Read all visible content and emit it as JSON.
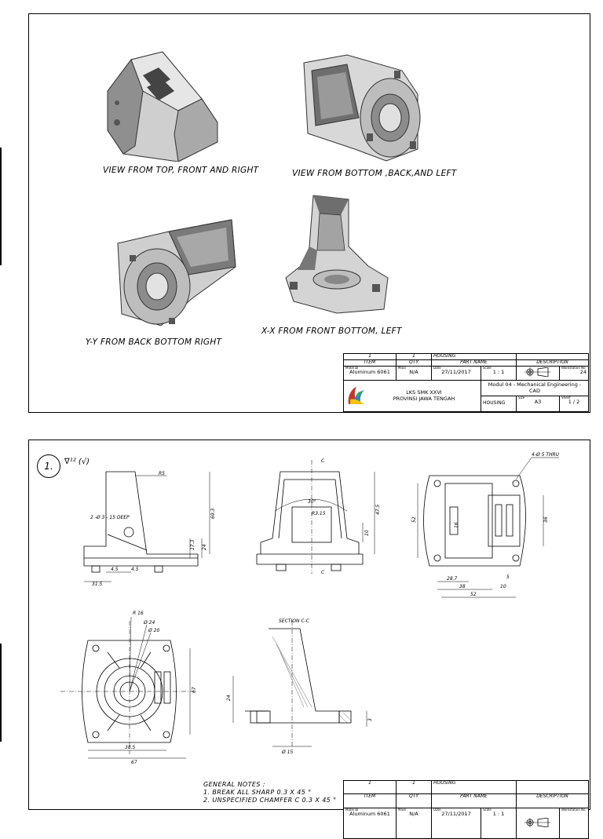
{
  "sheet1": {
    "captions": {
      "view1": "VIEW FROM TOP, FRONT AND RIGHT",
      "view2": "VIEW FROM BOTTOM ,BACK,AND LEFT",
      "view3": "Y-Y FROM BACK BOTTOM RIGHT",
      "view4": "X-X FROM FRONT BOTTOM, LEFT"
    }
  },
  "title_block": {
    "item": "1",
    "qty": "1",
    "part_name": "HOUSING",
    "h_item": "ITEM",
    "h_qty": "QTY",
    "h_part_name": "PART NAME",
    "h_description": "DESCRIPTION",
    "lbl_material": "Material",
    "material": "Aluminum 6061",
    "lbl_mass": "Mass",
    "mass": "N/A",
    "lbl_date": "Date",
    "date": "27/11/2017",
    "lbl_scale": "Scale",
    "scale": "1 : 1",
    "lbl_workstation": "Workstation No",
    "workstation": "24",
    "school_line1": "LKS SMK XXVI",
    "school_line2": "PROVINSI JAWA TENGAH",
    "module": "Modul 04 - Mechanical Engineering - CAD",
    "drawing_name": "HOUSING",
    "lbl_size": "Size",
    "size": "A3",
    "lbl_sheet": "Sheet",
    "sheet": "1 / 2"
  },
  "sheet2": {
    "badge": "1.",
    "roughness": "∇¹² (√)",
    "dims": {
      "r5": "R5",
      "hole_note": "2 -Ø 3 - 15 DEEP",
      "h693": "69.3",
      "d315": "31.5",
      "d45a": "4.5",
      "d45b": "4.5",
      "d173": "17.3",
      "d24": "24",
      "a30": "30°",
      "c_top": "C",
      "c_bot": "C",
      "h475": "47.5",
      "r15": "R3.15",
      "d1": "10",
      "thru": "4-Ø 5 THRU",
      "d52": "52",
      "d36": "36",
      "d287": "28.7",
      "d38": "38",
      "d52b": "52",
      "d16": "16",
      "d5": "5",
      "d10": "10",
      "r16": "R 16",
      "o24": "Ø 24",
      "o20": "Ø 20",
      "d385": "38.5",
      "d67": "67",
      "d67v": "67",
      "section": "SECTION C-C",
      "o15": "Ø 15",
      "d24v": "24",
      "d3": "3"
    },
    "notes": {
      "title": "GENERAL NOTES :",
      "n1": "1. BREAK ALL SHARP 0.3 X 45 °",
      "n2": "2. UNSPECIFIED CHAMFER C 0.3 X 45 °"
    }
  }
}
